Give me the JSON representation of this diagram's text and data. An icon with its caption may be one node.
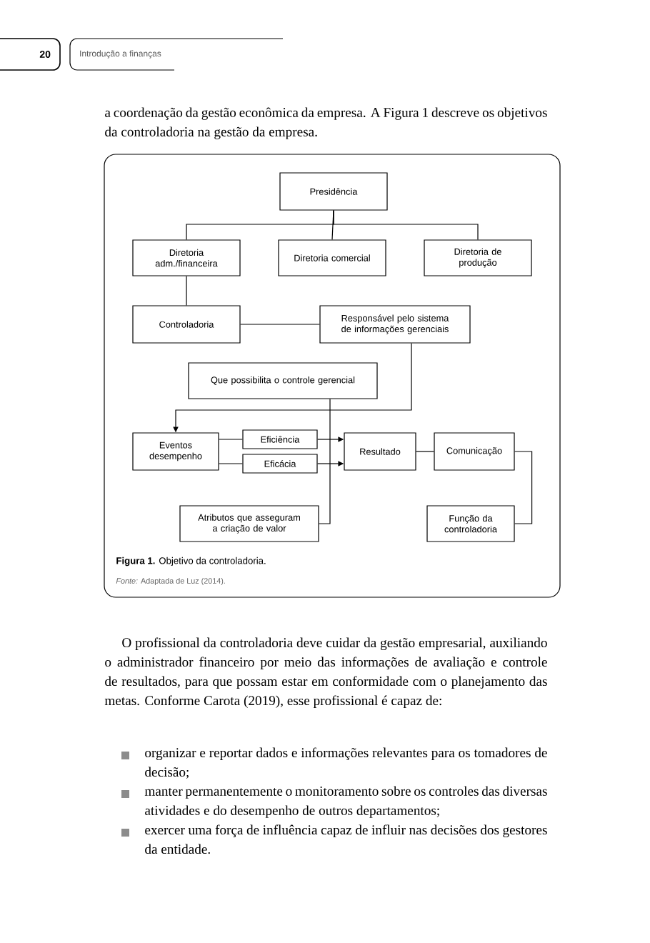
{
  "diagram": {
    "caption": "**Figura 1.** Objetivo da controladoria.",
    "nodes": [
      {
        "text": [
          "Presidência"
        ]
      },
      {
        "text": [
          "Diretoria adm./financeira"
        ]
      },
      {
        "text": [
          "Diretoria comercial"
        ]
      },
      {
        "text": [
          "Diretoria de produção"
        ]
      },
      {
        "text": [
          "Controladoria"
        ]
      },
      {
        "text": [
          "Responsável pelo sistema de informações gerenciais"
        ]
      },
      {
        "text": [
          "Que possibilita o controle gerencial"
        ]
      },
      {
        "text": [
          "Eventos desempenho"
        ]
      },
      {
        "text": [
          "Eficiência"
        ]
      },
      {
        "text": [
          "Eficácia"
        ]
      },
      {
        "text": [
          "Resultado"
        ]
      },
      {
        "text": [
          "Comunicação"
        ]
      },
      {
        "text": [
          "Função da controladoria"
        ]
      },
      {
        "text": [
          "Atributos que asseguram a criação de valor"
        ]
      }
    ],
    "edges": [
      {
        "from": 0,
        "to": 1,
        "arrow": "none"
      },
      {
        "from": 0,
        "to": 2,
        "arrow": "none"
      },
      {
        "from": 0,
        "to": 3,
        "arrow": "none"
      },
      {
        "from": 1,
        "to": 4,
        "arrow": "none"
      },
      {
        "from": 4,
        "to": 5,
        "arrow": "none"
      },
      {
        "from": 5,
        "to": 7,
        "arrow": "to"
      },
      {
        "from": 6,
        "to": 13,
        "arrow": "none"
      },
      {
        "from": 7,
        "to": 8,
        "arrow": "none"
      },
      {
        "from": 7,
        "to": 9,
        "arrow": "none"
      },
      {
        "from": 8,
        "to": 10,
        "arrow": "to"
      },
      {
        "from": 9,
        "to": 10,
        "arrow": "to"
      },
      {
        "from": 10,
        "to": 11,
        "arrow": "none"
      },
      {
        "from": 11,
        "to": 12,
        "arrow": "none"
      }
    ],
    "labels": [
      "20",
      "Introdução a finanças",
      "a coordenação da gestão econômica da empresa. A Figura 1 descreve os objetivos da controladoria na gestão da empresa.",
      "*Fonte:* Adaptada de Luz (2014).",
      "O profissional da controladoria deve cuidar da gestão empresarial, auxiliando o administrador financeiro por meio das informações de avaliação e controle de resultados, para que possam estar em conformidade com o planejamento das metas. Conforme Carota (2019), esse profissional é capaz de:",
      "organizar e reportar dados e informações relevantes para os tomadores de decisão;",
      "manter permanentemente o monitoramento sobre os controles das diversas atividades e do desempenho de outros departamentos;",
      "exercer uma força de influência capaz de influir nas decisões dos gestores da entidade."
    ]
  }
}
